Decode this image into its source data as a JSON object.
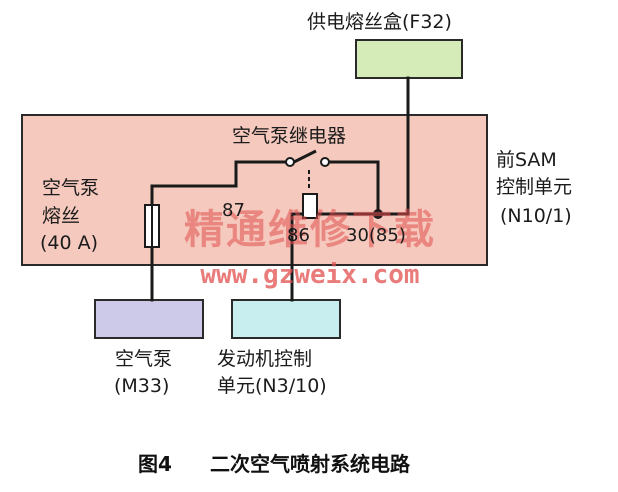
{
  "labels": {
    "fuse_box": "供电熔丝盒(F32)",
    "relay": "空气泵继电器",
    "sam_line1": "前SAM",
    "sam_line2": "控制单元",
    "sam_line3": "(N10/1)",
    "fuse_line1": "空气泵",
    "fuse_line2": "熔丝",
    "fuse_line3": "(40 A)",
    "pin87": "87",
    "pin86": "86",
    "pin30": "30(85)",
    "pump_line1": "空气泵",
    "pump_line2": "(M33)",
    "ecu_line1": "发动机控制",
    "ecu_line2": "单元(N3/10)"
  },
  "watermark": {
    "cn": "精通维修下载",
    "url": "www.gzweix.com"
  },
  "caption": {
    "figure": "图4",
    "title": "二次空气喷射系统电路"
  },
  "colors": {
    "sam_fill": "#f5c9bd",
    "fuse_box_fill": "#d6ecb8",
    "pump_fill": "#cdc9e8",
    "ecu_fill": "#c8eef0",
    "watermark": "#e25050"
  }
}
